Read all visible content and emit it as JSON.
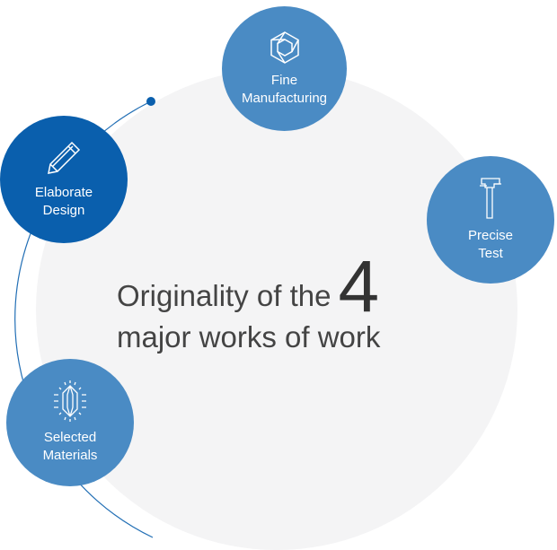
{
  "title": {
    "line1": "Originality of the",
    "number": "4",
    "line2": "major works of work"
  },
  "nodes": [
    {
      "label1": "Fine",
      "label2": "Manufacturing",
      "icon": "hexagon-knot-icon"
    },
    {
      "label1": "Precise",
      "label2": "Test",
      "icon": "caliper-icon"
    },
    {
      "label1": "Elaborate",
      "label2": "Design",
      "icon": "pencil-icon"
    },
    {
      "label1": "Selected",
      "label2": "Materials",
      "icon": "crystal-icon"
    }
  ],
  "colors": {
    "primary": "#4a8bc4",
    "dark": "#0a5fad",
    "background_circle": "#f4f4f5",
    "text": "#444444"
  }
}
